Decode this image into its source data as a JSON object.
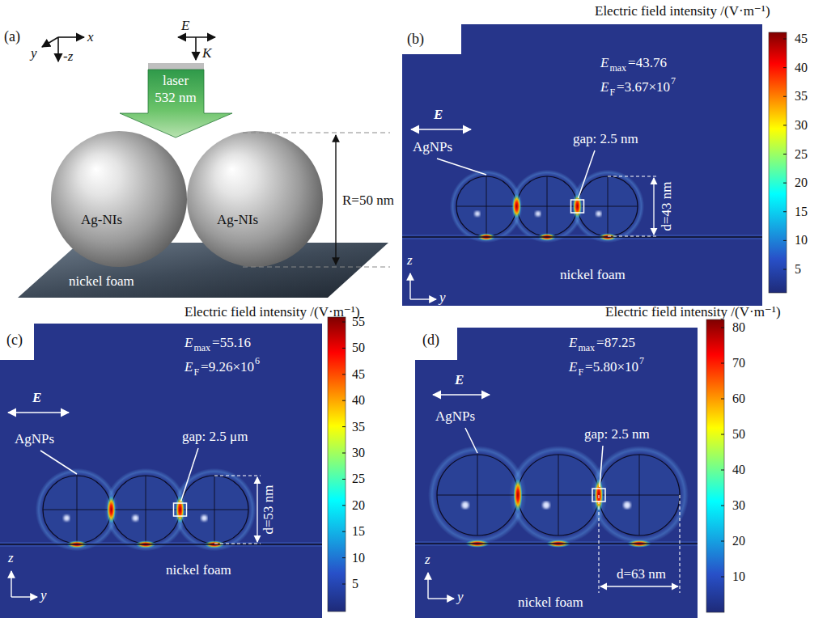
{
  "diagram": {
    "labels": [
      "(a)",
      "x",
      "y",
      "-z",
      "E",
      "K",
      "laser",
      "532 nm",
      "Ag-NIs",
      "Ag-NIs",
      "R=50 nm",
      "nickel foam",
      "Electric field intensity /(V·m⁻¹)",
      "(b)",
      "E",
      "AgNPs",
      "E",
      "max",
      "=43.76",
      "E",
      "F",
      "=3.67×10",
      "7",
      "gap: 2.5 nm",
      "d=43 nm",
      "z",
      "y",
      "nickel foam",
      "45",
      "40",
      "35",
      "30",
      "25",
      "20",
      "15",
      "10",
      "5",
      "Electric field intensity /(V·m⁻¹)",
      "(c)",
      "E",
      "AgNPs",
      "E",
      "max",
      "=55.16",
      "E",
      "F",
      "=9.26×10",
      "6",
      "gap: 2.5 μm",
      "d=53 nm",
      "z",
      "y",
      "nickel foam",
      "55",
      "50",
      "45",
      "40",
      "35",
      "30",
      "25",
      "20",
      "15",
      "10",
      "5",
      "Electric field intensity /(V·m⁻¹)",
      "(d)",
      "E",
      "AgNPs",
      "E",
      "max",
      "=87.25",
      "E",
      "F",
      "=5.80×10",
      "7",
      "gap: 2.5 nm",
      "d=63 nm",
      "z",
      "y",
      "nickel foam",
      "80",
      "70",
      "60",
      "50",
      "40",
      "30",
      "20",
      "10"
    ]
  }
}
